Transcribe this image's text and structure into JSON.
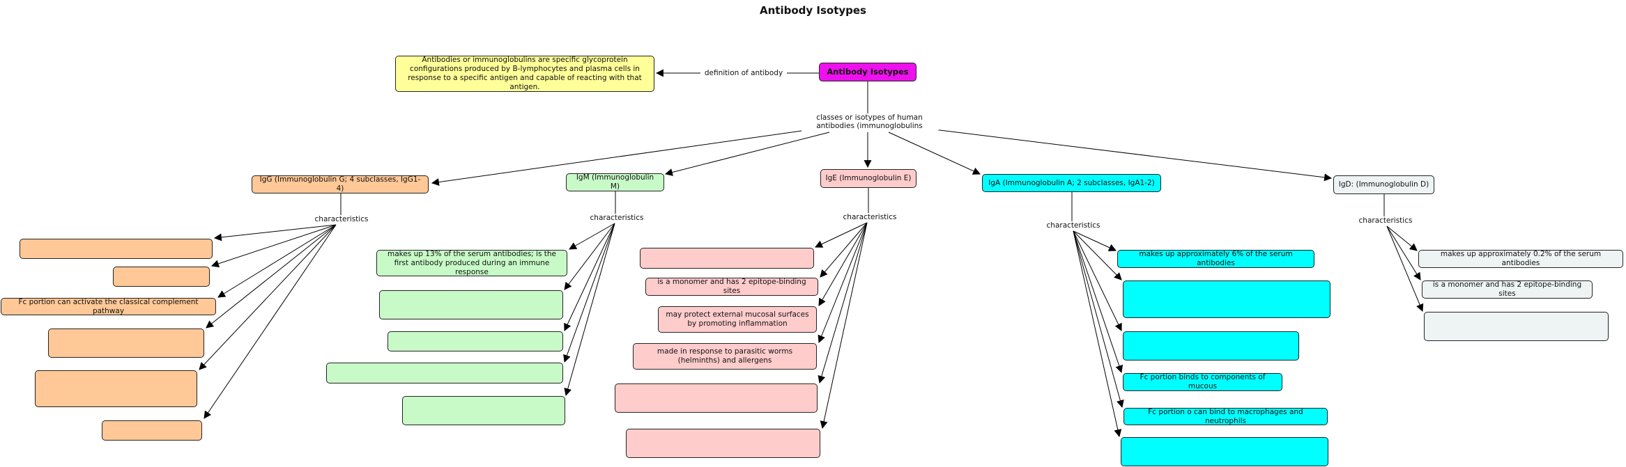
{
  "title": "Antibody Isotypes",
  "colors": {
    "root": "#ee11ee",
    "definition": "#ffff99",
    "igg": "#ffc896",
    "igm": "#c8fac8",
    "ige": "#ffcccc",
    "iga": "#00ffff",
    "igd": "#eef3f4"
  },
  "root": "Antibody Isotypes",
  "definition_link": "definition of antibody",
  "definition": "Antibodies or immunoglobulins are specific glycoprotein configurations produced by B-lymphocytes and plasma cells in response to a specific antigen and capable of reacting with that antigen.",
  "classes_link": "classes or isotypes of human antibodies (immunoglobulins",
  "characteristics_link": "characteristics",
  "igg": {
    "label": "IgG (Immunoglobulin G; 4 subclasses, IgG1-4)",
    "items": [
      "",
      "",
      "Fc portion can activate the classical complement pathway",
      "",
      "",
      ""
    ]
  },
  "igm": {
    "label": "IgM (Immunoglobulin M)",
    "items": [
      "makes up 13% of the serum antibodies; is the first antibody produced during an immune response",
      "",
      "",
      "",
      ""
    ]
  },
  "ige": {
    "label": "IgE (Immunoglobulin E)",
    "items": [
      "",
      "is a monomer and has 2 epitope-binding sites",
      "may protect external mucosal surfaces by promoting inflammation",
      "made in response to parasitic worms (helminths) and allergens",
      "",
      ""
    ]
  },
  "iga": {
    "label": "IgA (Immunoglobulin A; 2 subclasses, IgA1-2)",
    "items": [
      "makes up approximately 6% of the serum antibodies",
      "",
      "",
      "Fc portion binds to components of mucous",
      "Fc portion o can bind to macrophages and neutrophils",
      ""
    ]
  },
  "igd": {
    "label": "IgD: (Immunoglobulin D)",
    "items": [
      "makes up approximately 0.2% of the serum antibodies",
      "is a monomer and has 2 epitope-binding sites",
      ""
    ]
  }
}
